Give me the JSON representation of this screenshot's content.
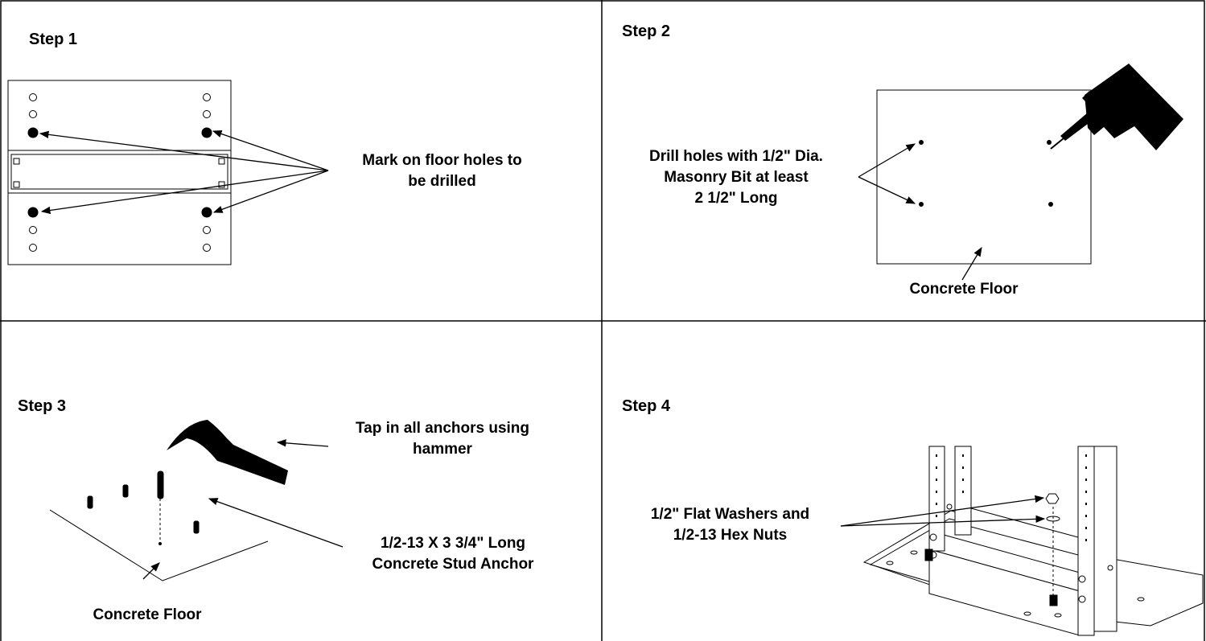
{
  "steps": [
    {
      "title": "Step 1",
      "callouts": [
        "Mark on floor holes to",
        "be drilled"
      ]
    },
    {
      "title": "Step 2",
      "callouts": [
        "Drill holes with 1/2\" Dia.",
        "Masonry Bit at least",
        "2 1/2\" Long"
      ],
      "floor_label": "Concrete Floor"
    },
    {
      "title": "Step 3",
      "callouts": [
        "Tap in all anchors using",
        "hammer"
      ],
      "anchor_label": [
        "1/2-13 X 3 3/4\" Long",
        "Concrete Stud Anchor"
      ],
      "floor_label": "Concrete Floor"
    },
    {
      "title": "Step 4",
      "callouts": [
        "1/2\" Flat Washers and",
        "1/2-13 Hex Nuts"
      ]
    }
  ],
  "icons": [
    "drill-icon",
    "hammer-icon",
    "rack-icon",
    "anchor-icon"
  ]
}
